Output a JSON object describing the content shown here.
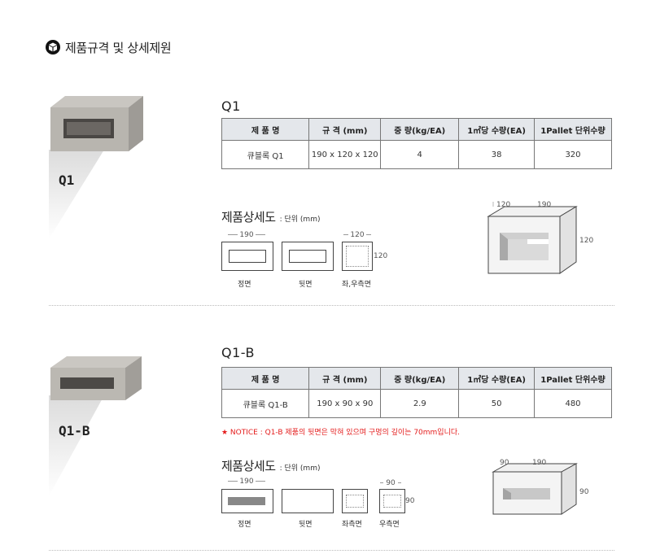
{
  "header": {
    "title": "제품규격 및 상세제원"
  },
  "products": [
    {
      "name": "Q1",
      "image_label": "Q1",
      "table": {
        "headers": [
          "제 품 명",
          "규 격 (mm)",
          "중 량(kg/EA)",
          "1㎡당 수량(EA)",
          "1Pallet 단위수량"
        ],
        "row": [
          "큐블록 Q1",
          "190 x 120 x 120",
          "4",
          "38",
          "320"
        ]
      },
      "drawing": {
        "title": "제품상세도",
        "unit": ": 단위 (mm)",
        "dims": {
          "front_width": "190",
          "side_width": "120",
          "side_height": "120"
        },
        "views": [
          "정면",
          "뒷면",
          "좌,우측면"
        ],
        "iso_dims": [
          "120",
          "190",
          "120"
        ]
      }
    },
    {
      "name": "Q1-B",
      "image_label": "Q1-B",
      "table": {
        "headers": [
          "제 품 명",
          "규 격 (mm)",
          "중 량(kg/EA)",
          "1㎡당 수량(EA)",
          "1Pallet 단위수량"
        ],
        "row": [
          "큐블록 Q1-B",
          "190 x 90 x 90",
          "2.9",
          "50",
          "480"
        ]
      },
      "notice": "★ NOTICE : Q1-B 제품의 뒷면은 막혀 있으며 구멍의 깊이는 70mm입니다.",
      "drawing": {
        "title": "제품상세도",
        "unit": ": 단위 (mm)",
        "dims": {
          "front_width": "190",
          "side_width": "90",
          "side_height": "90"
        },
        "views": [
          "정면",
          "뒷면",
          "좌측면",
          "우측면"
        ],
        "iso_dims": [
          "90",
          "190",
          "90"
        ]
      }
    }
  ],
  "colors": {
    "table_header_bg": "#e4e7eb",
    "notice": "#e41b1b"
  }
}
